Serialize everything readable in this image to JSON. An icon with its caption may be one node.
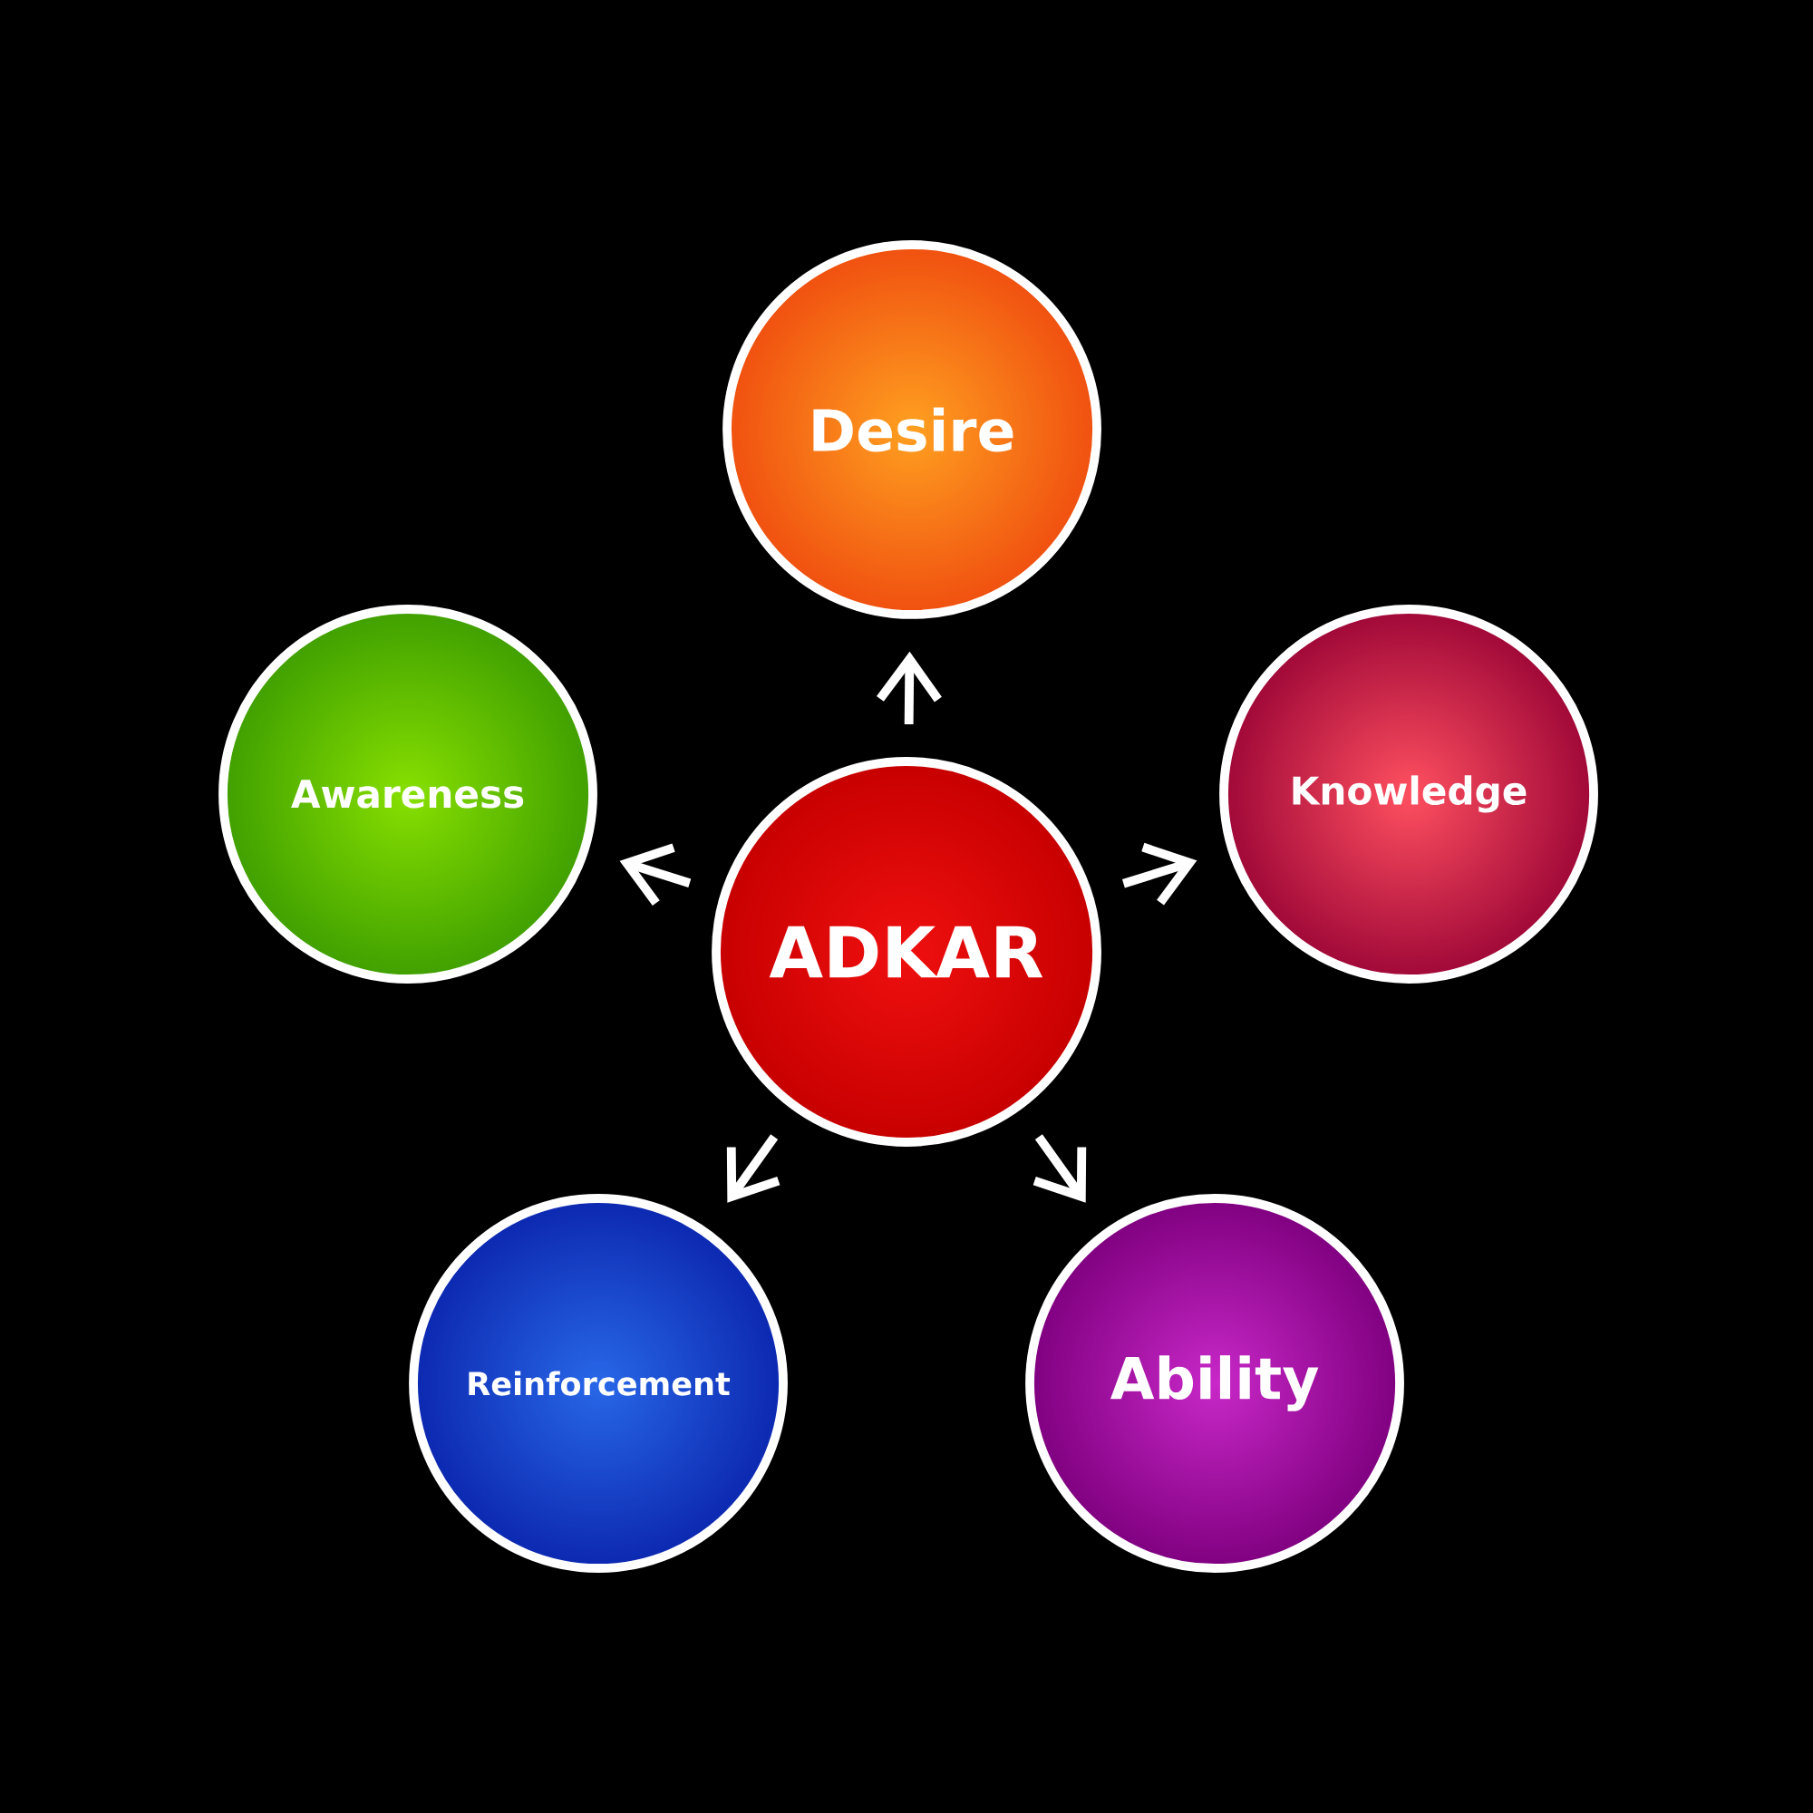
{
  "diagram": {
    "nodes": [
      {
        "text": [
          "Desire"
        ]
      },
      {
        "text": [
          "Awareness"
        ]
      },
      {
        "text": [
          "ADKAR"
        ]
      },
      {
        "text": [
          "Knowledge"
        ]
      },
      {
        "text": [
          "Reinforcement"
        ]
      },
      {
        "text": [
          "Ability"
        ]
      }
    ],
    "edges": [
      {
        "from": 2,
        "to": 0,
        "arrow": "to"
      },
      {
        "from": 2,
        "to": 1,
        "arrow": "to"
      },
      {
        "from": 2,
        "to": 3,
        "arrow": "to"
      },
      {
        "from": 2,
        "to": 4,
        "arrow": "to"
      },
      {
        "from": 2,
        "to": 5,
        "arrow": "to"
      }
    ]
  }
}
